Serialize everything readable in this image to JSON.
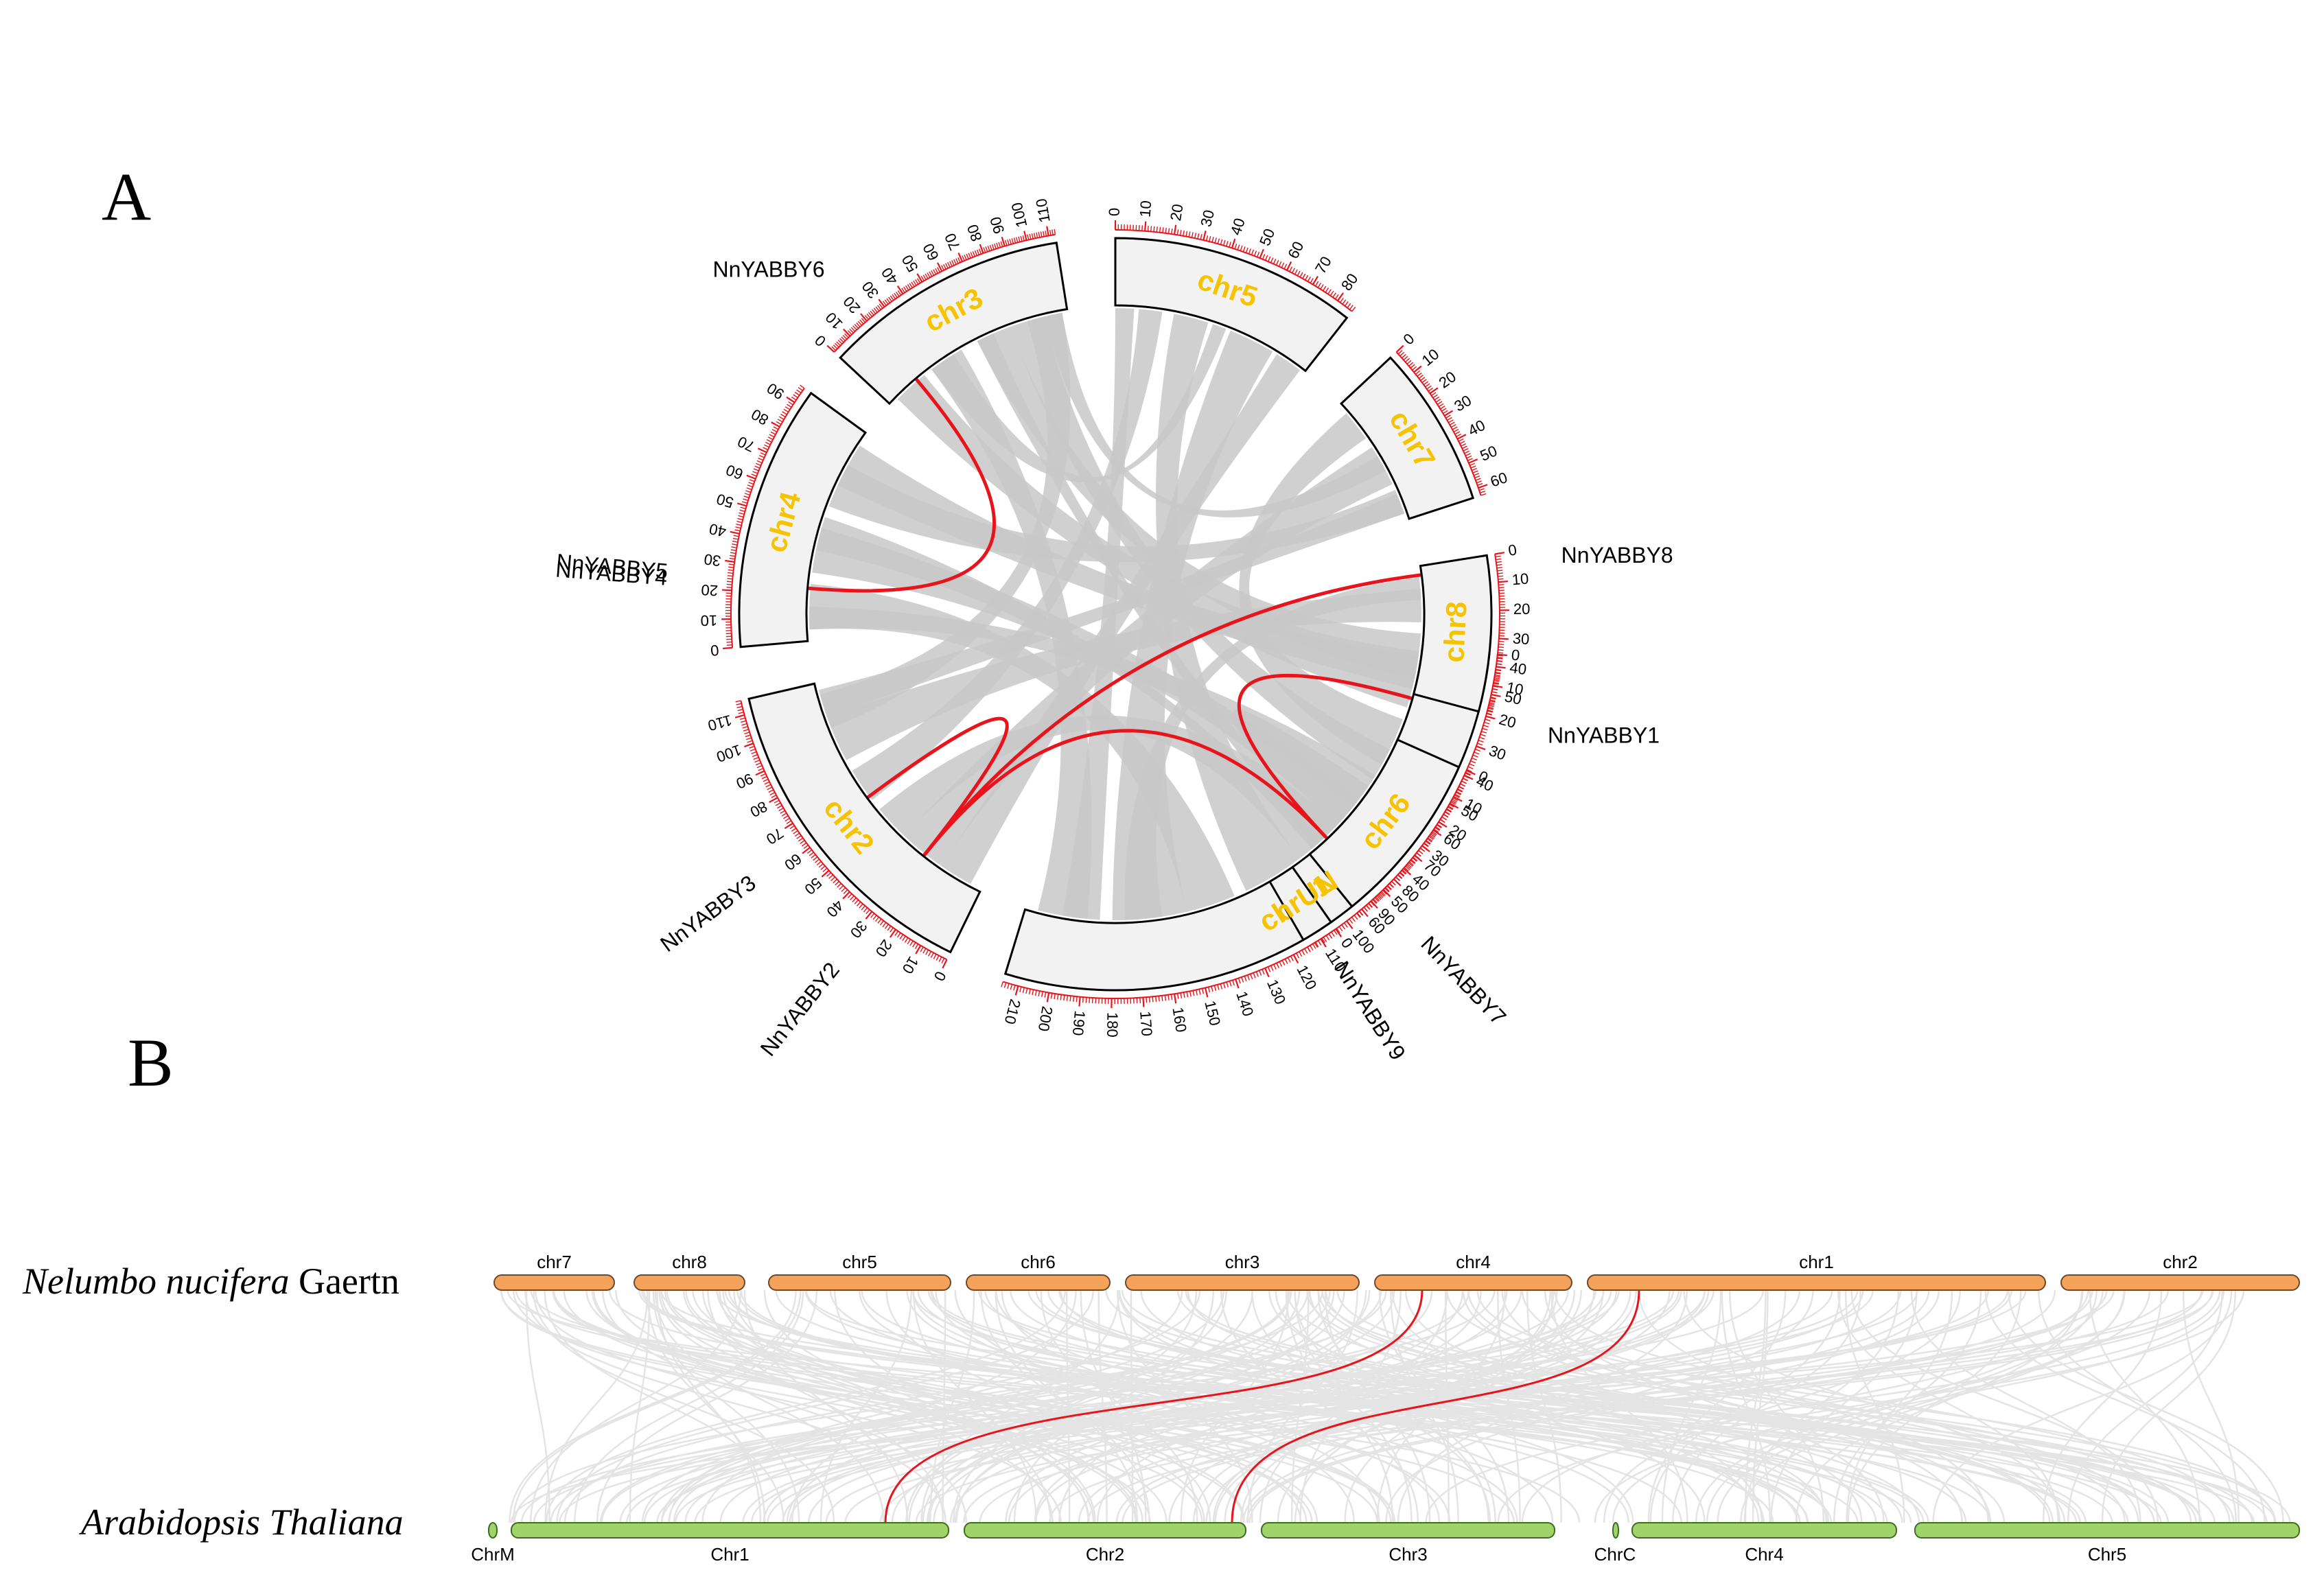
{
  "panel_a": {
    "letter": "A",
    "chromosomes": [
      {
        "name": "chr1",
        "length": 215,
        "tick_step": 10
      },
      {
        "name": "chr2",
        "length": 115,
        "tick_step": 10
      },
      {
        "name": "chr4",
        "length": 96,
        "tick_step": 10
      },
      {
        "name": "chr3",
        "length": 113,
        "tick_step": 10
      },
      {
        "name": "chr5",
        "length": 86,
        "tick_step": 10
      },
      {
        "name": "chr7",
        "length": 63,
        "tick_step": 10
      },
      {
        "name": "chr8",
        "length": 57,
        "tick_step": 10
      },
      {
        "name": "chr6",
        "length": 62,
        "tick_step": 10
      },
      {
        "name": "chrUN",
        "length": 4,
        "tick_step": 10
      }
    ],
    "genes": [
      {
        "name": "NnYABBY1",
        "chr": "chr1",
        "pos": 21
      },
      {
        "name": "NnYABBY2",
        "chr": "chr2",
        "pos": 28
      },
      {
        "name": "NnYABBY3",
        "chr": "chr2",
        "pos": 62
      },
      {
        "name": "NnYABBY4",
        "chr": "chr4",
        "pos": 23
      },
      {
        "name": "NnYABBY5",
        "chr": "chr4",
        "pos": 23
      },
      {
        "name": "NnYABBY6",
        "chr": "chr3",
        "pos": 20
      },
      {
        "name": "NnYABBY7",
        "chr": "chr6",
        "pos": 52
      },
      {
        "name": "NnYABBY8",
        "chr": "chr8",
        "pos": 4
      },
      {
        "name": "NnYABBY9",
        "chr": "chrUN",
        "pos": 2
      }
    ],
    "red_links": [
      [
        "NnYABBY6",
        "NnYABBY4"
      ],
      [
        "NnYABBY3",
        "NnYABBY2"
      ],
      [
        "NnYABBY2",
        "NnYABBY8"
      ],
      [
        "NnYABBY2",
        "NnYABBY7"
      ],
      [
        "NnYABBY1",
        "NnYABBY7"
      ]
    ],
    "colors": {
      "label": "#F6C300",
      "tick": "#E8141C",
      "link": "#E8141C",
      "synteny": "#C8C8C8",
      "box_fill": "#F2F2F2"
    }
  },
  "panel_b": {
    "letter": "B",
    "top_species_italic": "Nelumbo nucifera",
    "top_species_rest": " Gaertn",
    "bottom_species": "Arabidopsis Thaliana",
    "top_chromosomes": [
      "chr7",
      "chr8",
      "chr5",
      "chr6",
      "chr3",
      "chr4",
      "chr1",
      "chr2"
    ],
    "bottom_chromosomes": [
      "ChrM",
      "Chr1",
      "Chr2",
      "Chr3",
      "ChrC",
      "Chr4",
      "Chr5"
    ],
    "colors": {
      "top_bar": "#F5A25B",
      "bottom_bar": "#9ED46A",
      "synteny": "#E4E4E4",
      "link": "#E8141C"
    }
  }
}
